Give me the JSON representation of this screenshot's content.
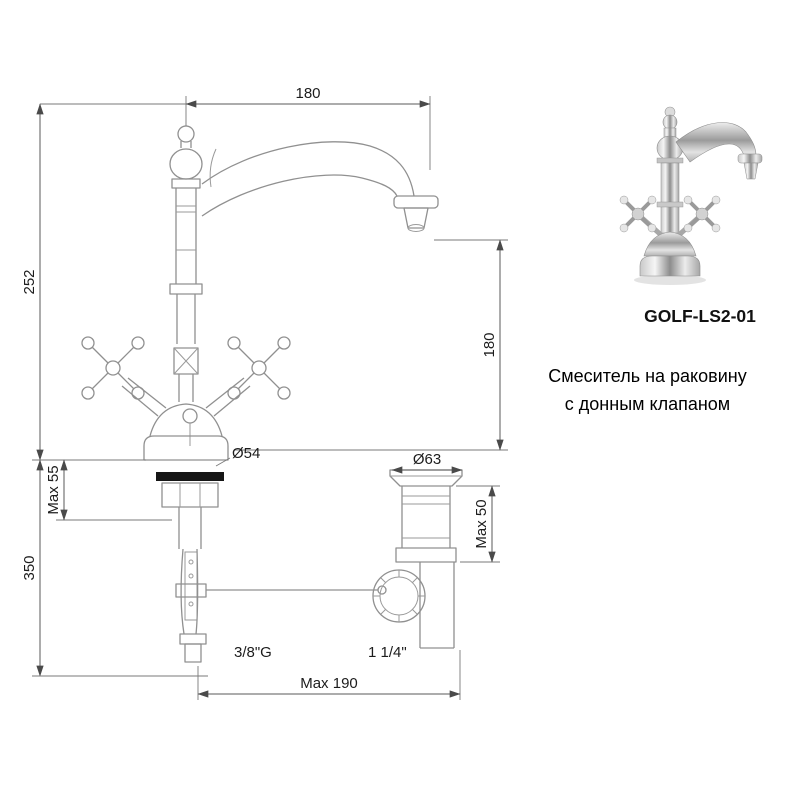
{
  "colors": {
    "part_line": "#909090",
    "dimension_line": "#5a5a5a",
    "text": "#1c1c1c",
    "gasket": "#161616"
  },
  "drawing": {
    "dimensions": {
      "spout_reach": "180",
      "total_height": "252",
      "spout_height": "180",
      "deck_max": "Max 55",
      "hose_length": "350",
      "base_diameter": "Ø54",
      "waste_flange_diameter": "Ø63",
      "waste_body_max": "Max 50",
      "supply_thread": "3/8\"G",
      "waste_size": "1 1/4\"",
      "rod_reach_max": "Max 190"
    }
  },
  "product": {
    "code": "GOLF-LS2-01",
    "description_line1": "Смеситель на раковину",
    "description_line2": "с донным клапаном"
  }
}
